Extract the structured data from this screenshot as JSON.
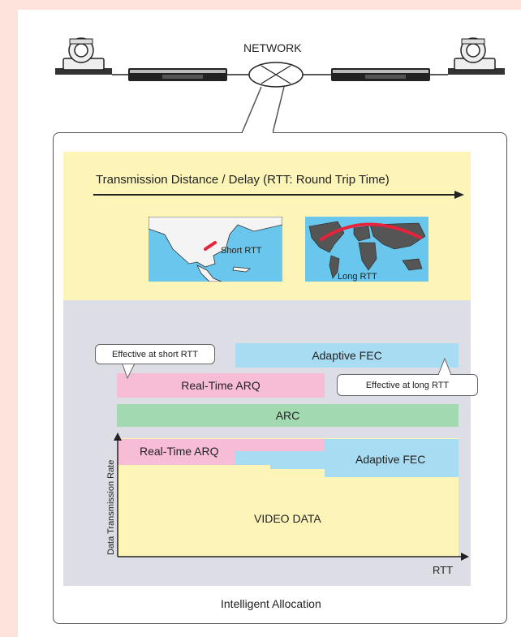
{
  "network": {
    "label": "NETWORK"
  },
  "top_zone": {
    "title": "Transmission Distance / Delay (RTT: Round Trip Time)"
  },
  "maps": {
    "short_label": "Short RTT",
    "long_label": "Long RTT"
  },
  "bars": {
    "adaptive_fec": "Adaptive FEC",
    "real_time_arq": "Real-Time ARQ",
    "arc": "ARC"
  },
  "callouts": {
    "short": "Effective at short RTT",
    "long": "Effective at long RTT"
  },
  "graph": {
    "ylabel": "Data Transmission Rate",
    "xlabel": "RTT",
    "arq_label": "Real-Time ARQ",
    "fec_label": "Adaptive FEC",
    "video_label": "VIDEO DATA"
  },
  "footer": {
    "label": "Intelligent Allocation"
  },
  "colors": {
    "background": "#fde3dc",
    "yellow_zone": "#fdf5b8",
    "gray_zone": "#dddde5",
    "fec": "#a8dcf2",
    "arq": "#f7bcd6",
    "arc": "#a2d9b1",
    "video": "#fdf5b8",
    "map_ocean": "#69c6ec",
    "rtt_path": "#e6233a"
  }
}
